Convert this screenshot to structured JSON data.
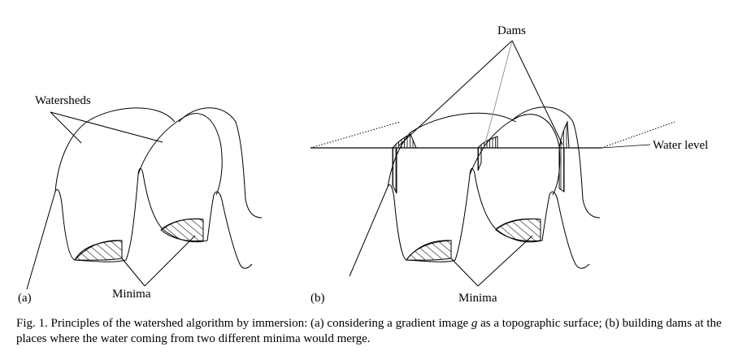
{
  "labels": {
    "watersheds": "Watersheds",
    "minima_a": "Minima",
    "panel_a": "(a)",
    "dams": "Dams",
    "water_level": "Water level",
    "minima_b": "Minima",
    "panel_b": "(b)"
  },
  "caption": {
    "part1": "Fig. 1. Principles of the watershed algorithm by immersion: (a) considering a gradient image ",
    "symbol": "g",
    "part2": " as a topographic surface; (b) building dams at the places where the water coming from two different minima would merge."
  }
}
